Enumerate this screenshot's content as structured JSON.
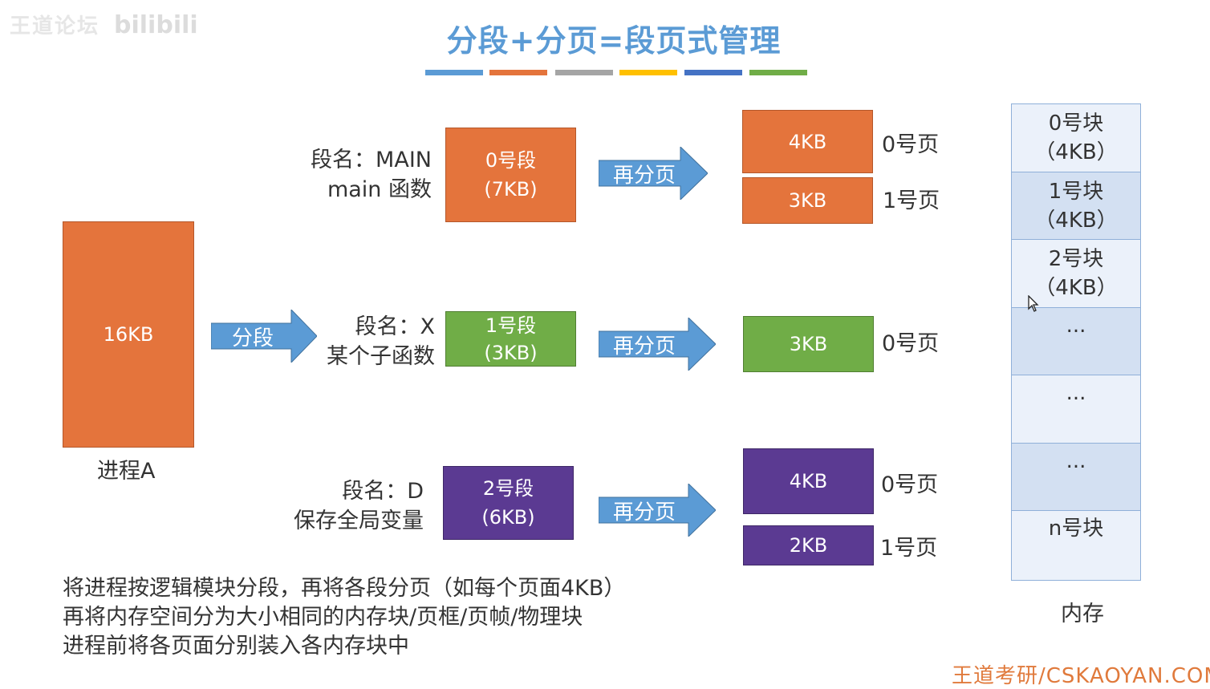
{
  "watermark": {
    "text": "王道论坛",
    "logo": "bilibili"
  },
  "title": "分段+分页=段页式管理",
  "colors": {
    "title": "#5b9bd5",
    "orange": "#e4743c",
    "green": "#70ad47",
    "purple": "#5b3a92",
    "arrow": "#5b9bd5",
    "stripes": [
      "#5b9bd5",
      "#e4743c",
      "#a5a5a5",
      "#ffc000",
      "#4472c4",
      "#70ad47"
    ]
  },
  "process": {
    "size": "16KB",
    "label": "进程A"
  },
  "split_arrow": "分段",
  "segments": [
    {
      "name_line1": "段名：MAIN",
      "name_line2": "main 函数",
      "seg_line1": "0号段",
      "seg_line2": "(7KB)",
      "arrow": "再分页",
      "pages": [
        {
          "size": "4KB",
          "label": "0号页"
        },
        {
          "size": "3KB",
          "label": "1号页"
        }
      ]
    },
    {
      "name_line1": "段名：X",
      "name_line2": "某个子函数",
      "seg_line1": "1号段",
      "seg_line2": "(3KB)",
      "arrow": "再分页",
      "pages": [
        {
          "size": "3KB",
          "label": "0号页"
        }
      ]
    },
    {
      "name_line1": "段名：D",
      "name_line2": "保存全局变量",
      "seg_line1": "2号段",
      "seg_line2": "(6KB)",
      "arrow": "再分页",
      "pages": [
        {
          "size": "4KB",
          "label": "0号页"
        },
        {
          "size": "2KB",
          "label": "1号页"
        }
      ]
    }
  ],
  "memory": {
    "blocks": [
      {
        "line1": "0号块",
        "line2": "（4KB）"
      },
      {
        "line1": "1号块",
        "line2": "（4KB）"
      },
      {
        "line1": "2号块",
        "line2": "（4KB）"
      },
      {
        "line1": "...",
        "line2": ""
      },
      {
        "line1": "...",
        "line2": ""
      },
      {
        "line1": "...",
        "line2": ""
      },
      {
        "line1": "n号块",
        "line2": ""
      }
    ],
    "label": "内存"
  },
  "description": [
    "将进程按逻辑模块分段，再将各段分页（如每个页面4KB）",
    "再将内存空间分为大小相同的内存块/页框/页帧/物理块",
    "进程前将各页面分别装入各内存块中"
  ],
  "footer_watermark": "王道考研/CSKAOYAN.COM"
}
